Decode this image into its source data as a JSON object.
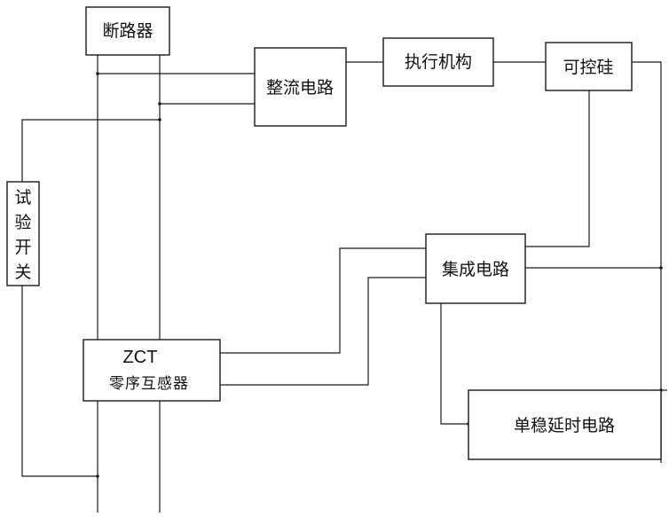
{
  "diagram": {
    "breaker": "断路器",
    "rectifier": "整流电路",
    "actuator": "执行机构",
    "scr": "可控硅",
    "ic": "集成电路",
    "zct_name": "ZCT",
    "zct_desc": "零序互感器",
    "monostable": "单稳延时电路",
    "test_switch": [
      "试",
      "验",
      "开",
      "关"
    ]
  }
}
